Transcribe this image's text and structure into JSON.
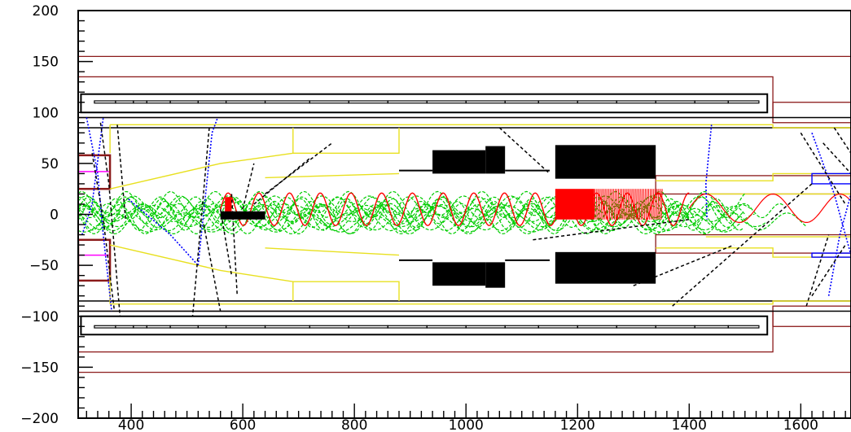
{
  "chart_data": {
    "type": "scatter",
    "title": "",
    "xlabel": "",
    "ylabel": "",
    "xlim": [
      305,
      1690
    ],
    "ylim": [
      -200,
      200
    ],
    "grid": false,
    "x_ticks": [
      400,
      600,
      800,
      1000,
      1200,
      1400,
      1600
    ],
    "x_tick_labels": [
      "400",
      "600",
      "800",
      "1000",
      "1200",
      "1400",
      "1600"
    ],
    "y_ticks": [
      200,
      150,
      100,
      50,
      0,
      -50,
      -100,
      -150,
      -200
    ],
    "y_tick_labels": [
      "200",
      "150",
      "100",
      "50",
      "0",
      "−50",
      "−100",
      "−150",
      "−200"
    ],
    "colors": {
      "frame": "#000000",
      "volume_outline": "#8b1a1a",
      "magnet_outline": "#e8e020",
      "absorber": "#000000",
      "spiral_track": "#ff0000",
      "secondary_tracks": "#00cc00",
      "electron_tracks": "#0000ff",
      "neutral_tracks": "#000000",
      "positron_track": "#ff00ff"
    },
    "spiral_track": {
      "x_range": [
        560,
        1400
      ],
      "center_y": 5,
      "amplitude": 16,
      "period": 55
    },
    "dense_region": {
      "x_range": [
        1160,
        1350
      ],
      "y_range": [
        -5,
        25
      ]
    },
    "blocks": [
      {
        "x": [
          940,
          1035
        ],
        "y": [
          40,
          63
        ]
      },
      {
        "x": [
          1035,
          1070
        ],
        "y": [
          40,
          67
        ]
      },
      {
        "x": [
          1160,
          1340
        ],
        "y": [
          35,
          68
        ]
      },
      {
        "x": [
          940,
          1035
        ],
        "y": [
          -47,
          -70
        ]
      },
      {
        "x": [
          1035,
          1070
        ],
        "y": [
          -47,
          -72
        ]
      },
      {
        "x": [
          1160,
          1340
        ],
        "y": [
          -37,
          -68
        ]
      }
    ]
  }
}
